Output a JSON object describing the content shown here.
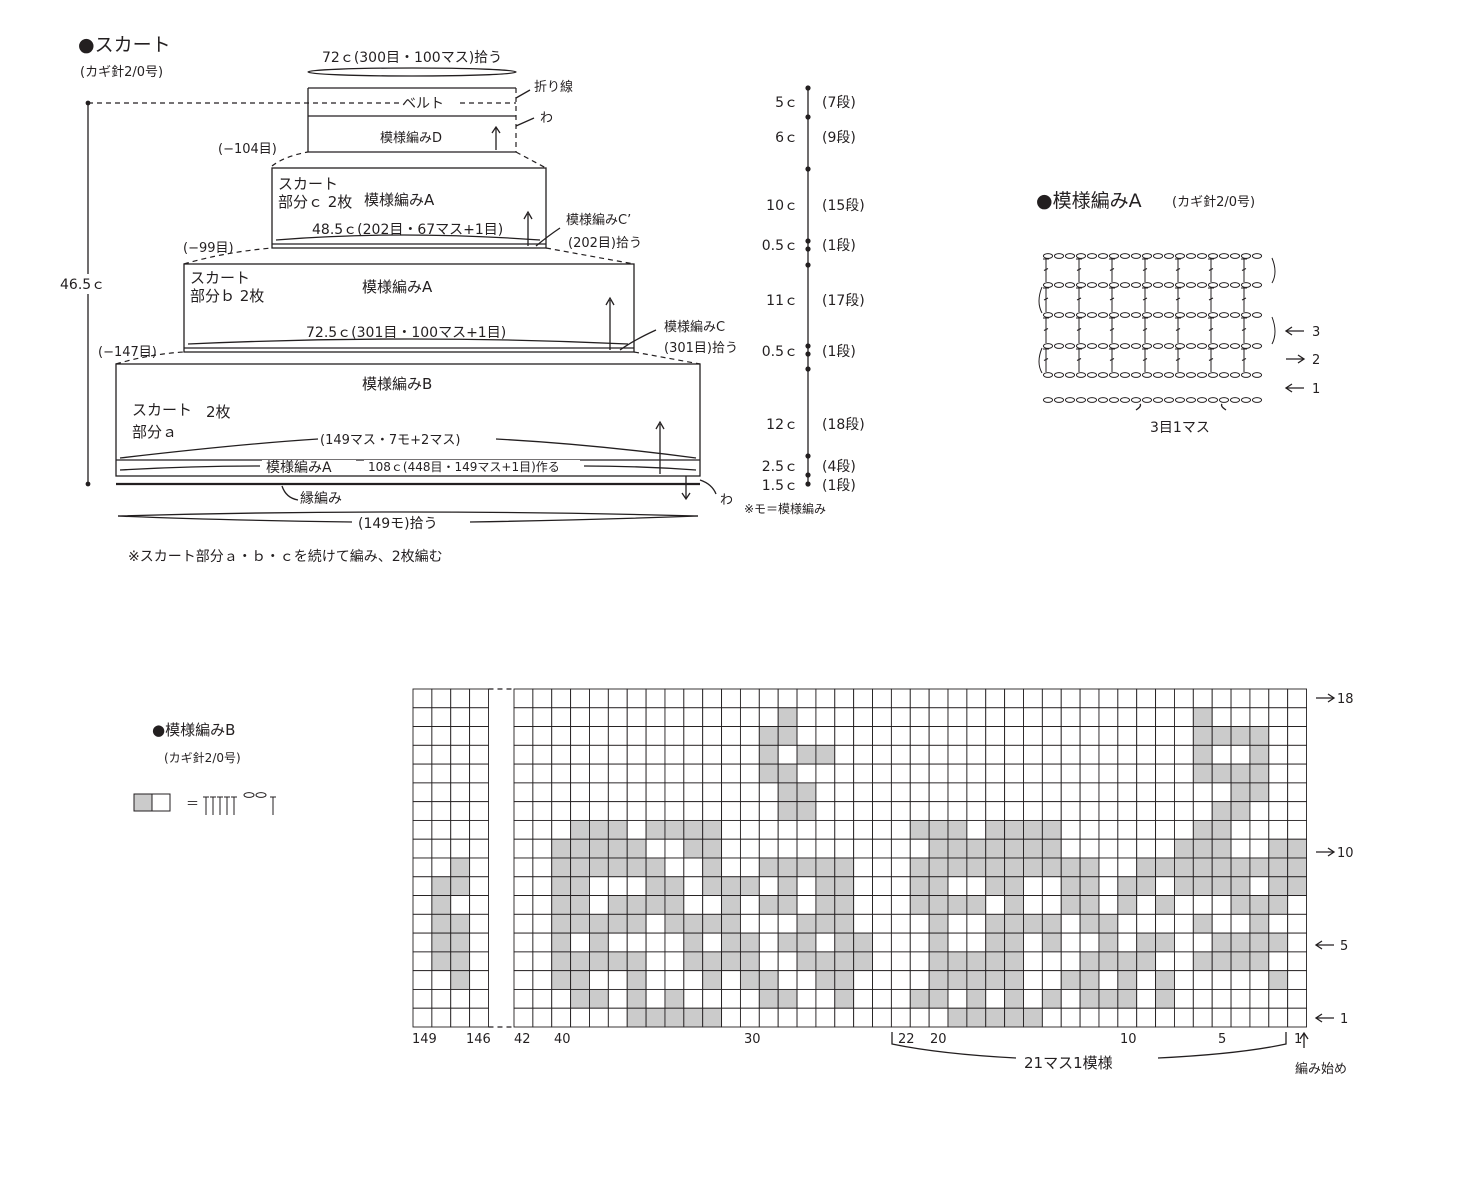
{
  "skirt": {
    "title": "●スカート",
    "hook": "(カギ針2/0号)",
    "top_pickup": "72ｃ(300目・100マス)拾う",
    "fold_line": "折り線",
    "belt": "ベルト",
    "wa_top": "わ",
    "pattern_d": "模様編みD",
    "dec_104": "(−104目)",
    "part_c_name_1": "スカート",
    "part_c_name_2": "部分ｃ 2枚",
    "part_c_pattern": "模様編みA",
    "part_c_width": "48.5ｃ(202目・67マス+1目)",
    "pattern_c_prime": "模様編みC’",
    "pickup_202": "(202目)拾う",
    "dec_99": "(−99目)",
    "part_b_name_1": "スカート",
    "part_b_name_2": "部分ｂ 2枚",
    "part_b_pattern": "模様編みA",
    "part_b_width": "72.5ｃ(301目・100マス+1目)",
    "pattern_c": "模様編みC",
    "pickup_301": "(301目)拾う",
    "dec_147": "(−147目)",
    "height": "46.5ｃ",
    "part_a_pattern": "模様編みB",
    "part_a_name_1": "スカート",
    "part_a_name_2": "部分ａ",
    "part_a_count": "2枚",
    "part_a_mesh": "(149マス・7モ+2マス)",
    "part_a_bottom_pattern": "模様編みA",
    "part_a_chain": "108ｃ(448目・149マス+1目)作る",
    "edging": "縁編み",
    "wa_bottom": "わ",
    "bottom_pickup": "(149モ)拾う",
    "note": "※スカート部分ａ・ｂ・ｃを続けて編み、2枚編む"
  },
  "scale": {
    "rows": [
      {
        "cm": "5ｃ",
        "rows": "(7段)"
      },
      {
        "cm": "6ｃ",
        "rows": "(9段)"
      },
      {
        "cm": "10ｃ",
        "rows": "(15段)"
      },
      {
        "cm": "0.5ｃ",
        "rows": "(1段)"
      },
      {
        "cm": "11ｃ",
        "rows": "(17段)"
      },
      {
        "cm": "0.5ｃ",
        "rows": "(1段)"
      },
      {
        "cm": "12ｃ",
        "rows": "(18段)"
      },
      {
        "cm": "2.5ｃ",
        "rows": "(4段)"
      },
      {
        "cm": "1.5ｃ",
        "rows": "(1段)"
      }
    ],
    "note": "※モ＝模様編み"
  },
  "pattern_a": {
    "title": "●模様編みA",
    "hook": "(カギ針2/0号)",
    "row_labels": [
      "3",
      "2",
      "1"
    ],
    "repeat": "3目1マス"
  },
  "pattern_b": {
    "title": "●模様編みB",
    "hook": "(カギ針2/0号)",
    "legend_eq": "＝",
    "stitch_labels": [
      "149",
      "146",
      "42",
      "40",
      "30",
      "22",
      "20",
      "10",
      "5",
      "1"
    ],
    "row_labels": [
      "18",
      "10",
      "5",
      "1"
    ],
    "repeat": "21マス1模様",
    "start": "編み始め",
    "colors": {
      "filled": "#cbcbcb",
      "empty": "#ffffff",
      "line": "#231f20"
    }
  }
}
